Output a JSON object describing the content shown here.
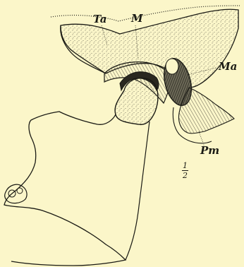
{
  "figure": {
    "labels": {
      "ta": "Ta",
      "m": "M",
      "ma": "Ma",
      "pm": "Pm",
      "scale_numerator": "1",
      "scale_denominator": "2"
    },
    "colors": {
      "paper": "#fbf6c9",
      "ink": "#1a1a14",
      "stipple": "#5a584a",
      "shading": "#3c3a30"
    }
  }
}
